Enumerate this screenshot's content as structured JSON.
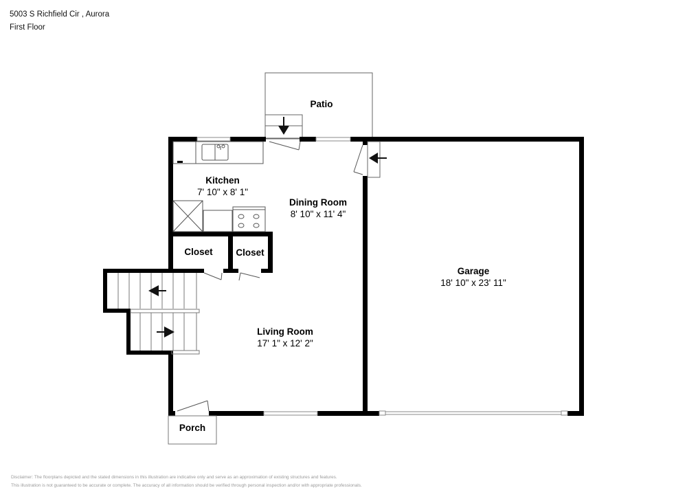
{
  "header": {
    "address": "5003 S Richfield Cir , Aurora",
    "floor": "First Floor"
  },
  "rooms": {
    "patio": {
      "name": "Patio"
    },
    "kitchen": {
      "name": "Kitchen",
      "dimensions": "7' 10\" x 8' 1\""
    },
    "dining": {
      "name": "Dining Room",
      "dimensions": "8' 10\" x 11' 4\""
    },
    "closet1": {
      "name": "Closet"
    },
    "closet2": {
      "name": "Closet"
    },
    "garage": {
      "name": "Garage",
      "dimensions": "18' 10\" x 23' 11\""
    },
    "living": {
      "name": "Living Room",
      "dimensions": "17' 1\" x 12' 2\""
    },
    "porch": {
      "name": "Porch"
    }
  },
  "disclaimer": {
    "line1": "Disclaimer: The floorplans depicted and the stated dimensions in this illustration are indicative only and serve as an approximation of existing structures and features.",
    "line2": "This illustration is not guaranteed to be accurate or complete. The accuracy of all information should be verified through personal inspection and/or with appropriate professionals."
  },
  "colors": {
    "wall": "#000000",
    "fixture": "#555555",
    "window": "#9a9a9a"
  }
}
